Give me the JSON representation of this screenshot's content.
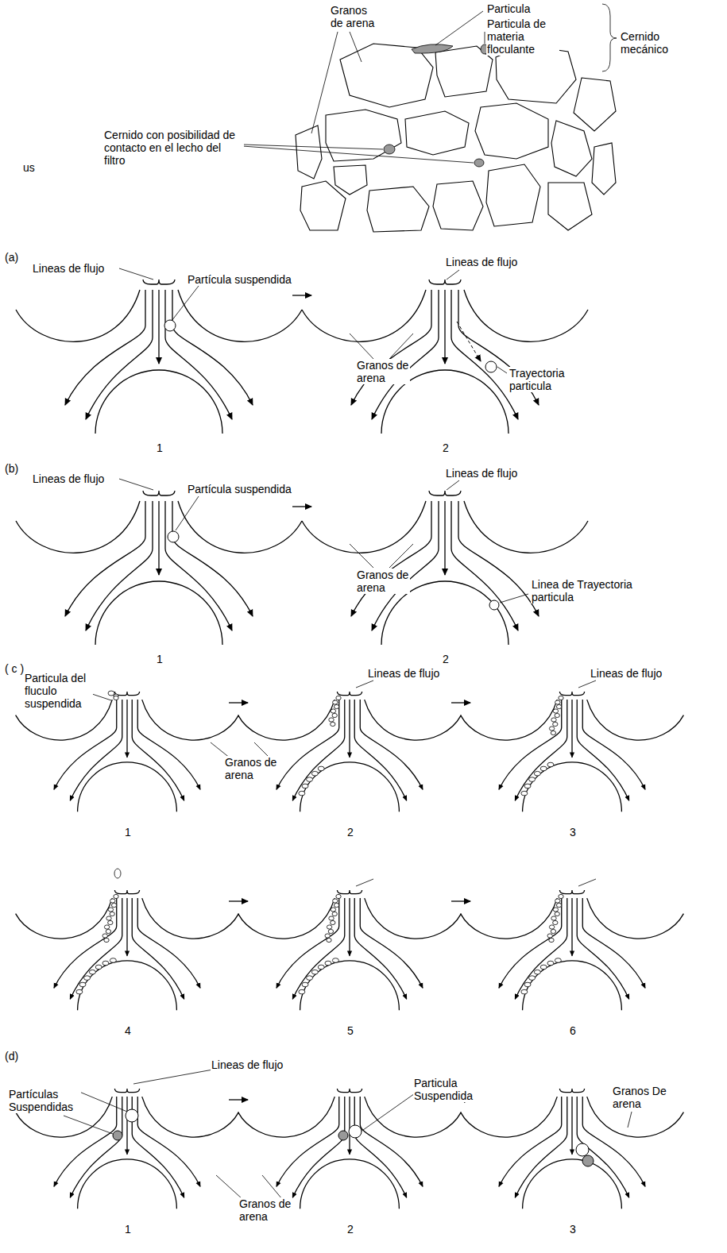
{
  "diagram": {
    "labels": [
      "Granos de arena",
      "Particula",
      "Particula de materia floculante",
      "Cernido mecánico",
      "Cernido con posibilidad de contacto en el lecho del filtro",
      "us",
      "(a)",
      "Lineas de flujo",
      "Partícula suspendida",
      "Lineas de flujo",
      "Granos de arena",
      "Trayectoria particula",
      "1",
      "2",
      "(b)",
      "Lineas de flujo",
      "Partícula suspendida",
      "Lineas de flujo",
      "Granos de arena",
      "Linea de Trayectoria particula",
      "1",
      "2",
      "( c )",
      "Particula del fluculo suspendida",
      "Lineas de flujo",
      "Lineas de flujo",
      "Granos de arena",
      "1",
      "2",
      "3",
      "4",
      "5",
      "6",
      "(d)",
      "Lineas de flujo",
      "Partículas Suspendidas",
      "Particula Suspendida",
      "Granos De arena",
      "Granos de arena",
      "1",
      "2",
      "3"
    ]
  }
}
